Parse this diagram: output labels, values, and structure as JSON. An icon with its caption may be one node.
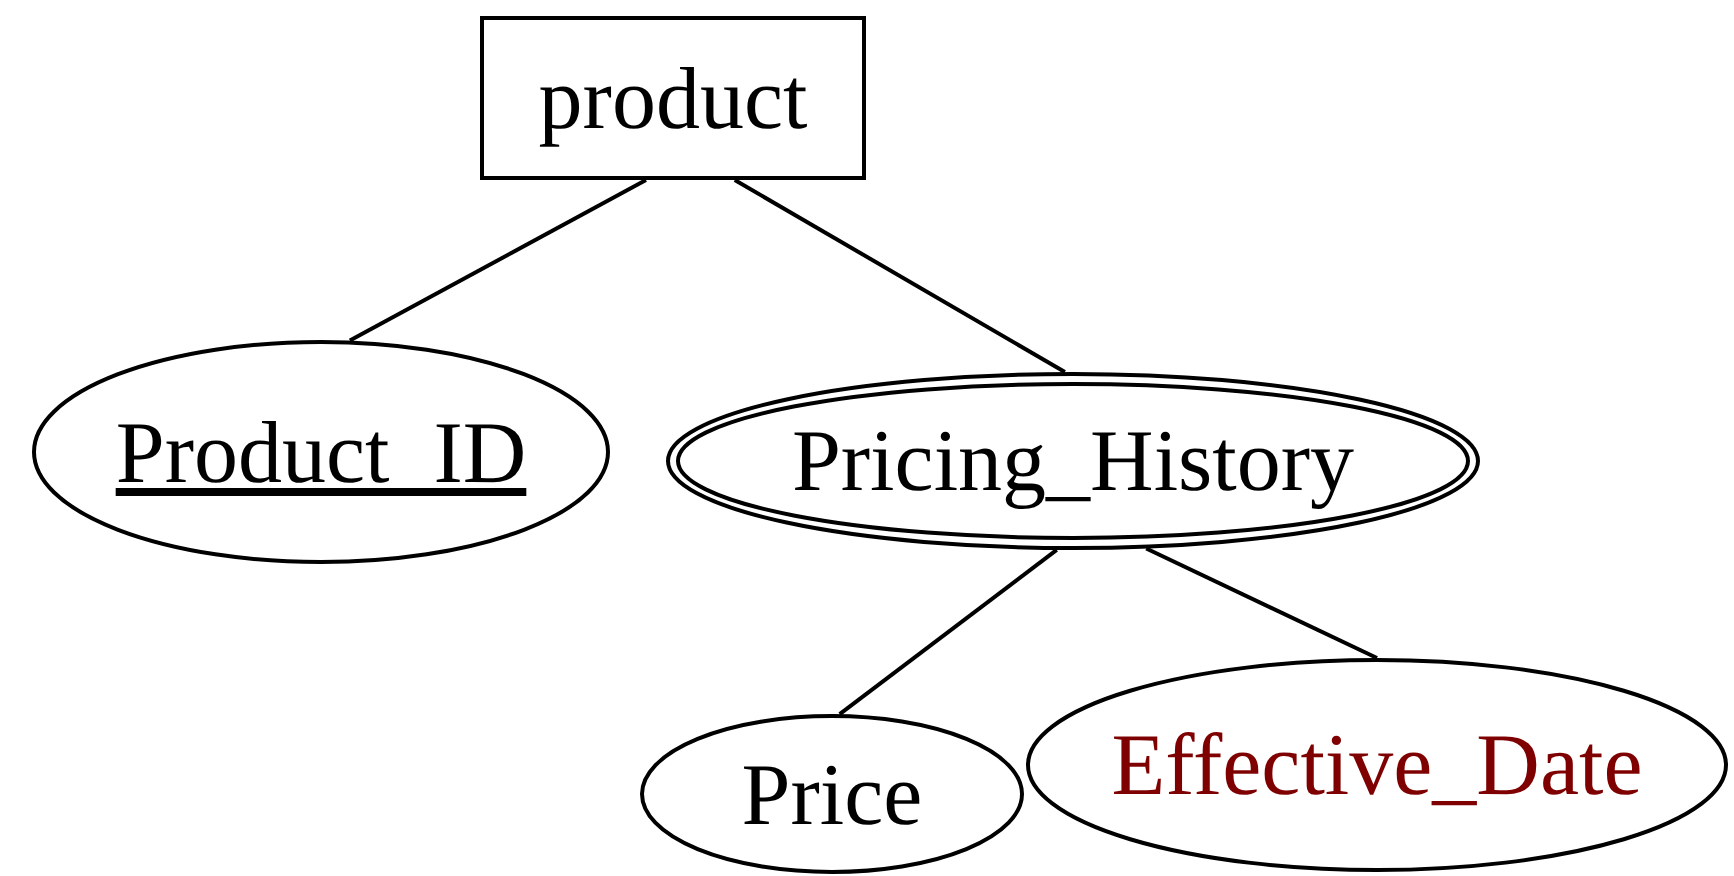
{
  "diagram": {
    "nodes": [
      {
        "text": [
          "product"
        ]
      },
      {
        "text": [
          "Product_ID"
        ]
      },
      {
        "text": [
          "Pricing_History"
        ]
      },
      {
        "text": [
          "Price"
        ]
      },
      {
        "text": [
          "Effective_Date"
        ]
      }
    ],
    "edges": [
      {
        "from": 0,
        "to": 1,
        "arrow": "none"
      },
      {
        "from": 0,
        "to": 2,
        "arrow": "none"
      },
      {
        "from": 2,
        "to": 3,
        "arrow": "none"
      },
      {
        "from": 2,
        "to": 4,
        "arrow": "none"
      }
    ]
  }
}
